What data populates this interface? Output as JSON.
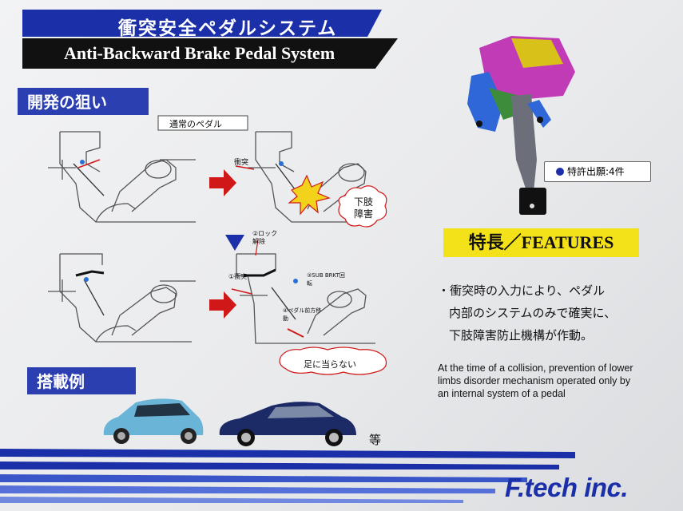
{
  "header": {
    "title_jp": "衝突安全ペダルシステム",
    "title_en": "Anti-Backward Brake Pedal System"
  },
  "section_purpose": {
    "heading": "開発の狙い",
    "diagram_top_caption": "通常のペダル",
    "label_collision": "衝突",
    "label_injury": "下肢障害",
    "step1_label": "①衝突",
    "step2_label": "②ロック解除",
    "step3_label": "③SUB BRKT回転",
    "step4_label": "④ペダル前方移動",
    "safe_bubble": "足に当らない"
  },
  "section_example": {
    "heading": "搭載例",
    "etc": "等"
  },
  "patent": {
    "text": "特許出願:4件"
  },
  "features": {
    "heading": "特長／FEATURES",
    "jp_lines": [
      "・衝突時の入力により、ペダル",
      "内部のシステムのみで確実に、",
      "下肢障害防止機構が作動。"
    ],
    "en_text": "At the time of a collision, prevention of lower limbs disorder mechanism operated only by an internal system of a pedal"
  },
  "footer": {
    "logo": "F.tech inc."
  },
  "colors": {
    "brand_blue": "#1b2fa8",
    "accent_yellow": "#f3e21a",
    "arrow_red": "#d01818"
  }
}
